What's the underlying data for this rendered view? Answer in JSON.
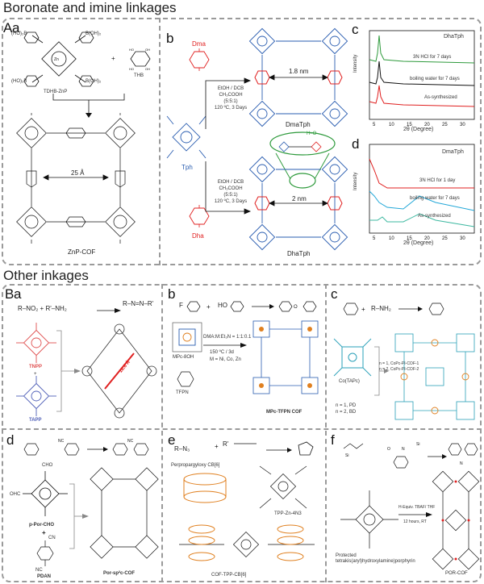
{
  "section_a_title": "Boronate and imine linkages",
  "section_b_title": "Other inkages",
  "panel_letters": {
    "A": "A",
    "Aa": "a",
    "Ab": "b",
    "Ac": "c",
    "Ad": "d",
    "B": "B",
    "Ba": "a",
    "Bb": "b",
    "Bc": "c",
    "Bd": "d",
    "Be": "e",
    "Bf": "f"
  },
  "panel_Aa": {
    "reactant1": "TDHB-ZnP",
    "reactant2": "THB",
    "plus": "+",
    "distance": "25 Å",
    "product": "ZnP-COF",
    "boronic_groups": [
      "(HO)₂B",
      "B(OH)₂",
      "(HO)₂B",
      "B(OH)₂"
    ]
  },
  "panel_Ab": {
    "top_linker": "Dma",
    "bottom_linker": "Dha",
    "core": "Tph",
    "conditions_top": [
      "EtOH / DCB",
      "CH₃COOH",
      "(5:5:1)",
      "120 ºC, 3 Days"
    ],
    "conditions_bottom": [
      "EtOH / DCB",
      "CH₃COOH",
      "(5:5:1)",
      "120 ºC, 3 Days"
    ],
    "distance_top": "1.8 nm",
    "distance_bottom": "2 nm",
    "product_top": "DmaTph",
    "product_bottom": "DhaTph",
    "hbond_label": "H–O"
  },
  "panel_Ac": {
    "legend_title": "DhaTph",
    "curves": [
      "3N HCl for 7 days",
      "boiling water for 7 days",
      "As-synthesized"
    ],
    "ylabel": "Intensity",
    "xlabel": "2θ (Degree)",
    "ticks": [
      "5",
      "10",
      "15",
      "20",
      "25",
      "30"
    ]
  },
  "panel_Ad": {
    "legend_title": "DmaTph",
    "curves": [
      "3N HCl for 1 day",
      "boiling water for 7 days",
      "As-synthesized"
    ],
    "ylabel": "Intensity",
    "xlabel": "2θ (Degree)",
    "ticks": [
      "5",
      "10",
      "15",
      "20",
      "25",
      "30"
    ]
  },
  "panel_Ba": {
    "reaction": "R–NO₂  +  R'–NH₂",
    "product": "R–N=N–R'",
    "top_monomer": "TNPP",
    "bottom_monomer": "TAPP",
    "plus": "+",
    "distance": "18.8 Å"
  },
  "panel_Bb": {
    "reactant1": "F",
    "reactant2": "HO",
    "monomer1": "MPc-8OH",
    "monomer2": "TFPN",
    "conditions": [
      "DMA:M:Et₃N = 1:1:0.1",
      "150 ºC / 3d",
      "M = Ni, Co, Zn"
    ],
    "product": "MPc-TFPN COF"
  },
  "panel_Bc": {
    "reactant": "R–NH₂",
    "monomer": "Co(TAPc)",
    "products": [
      "n = 1, CoPc-PI-COF-1",
      "n = 2, CoPc-PI-COF-2"
    ],
    "n_labels": [
      "n = 1, PD",
      "n = 2, BD"
    ]
  },
  "panel_Bd": {
    "monomer1": "p-Por-CHO",
    "monomer2": "PDAN",
    "plus": "+",
    "product": "Por-sp²c-COF",
    "groups": [
      "CHO",
      "OHC",
      "CN",
      "NC"
    ]
  },
  "panel_Be": {
    "azide": "R–N₃",
    "alkyne": "R'",
    "monomer1": "Perpropargyloxy CB[6]",
    "monomer2": "TPP-Zn-4N3",
    "product": "COF-TPP-CB[6]"
  },
  "panel_Bf": {
    "monomer": "Protected tetrakis(aryl)hydroxylamine)porphyrin",
    "conditions": [
      "H-Equiv. TBAF/ THF",
      "12 hours, RT"
    ],
    "product": "POR-COF"
  },
  "colors": {
    "dash": "#9a9a9a",
    "red": "#e02020",
    "blue": "#2a5db0",
    "green": "#2e9a3c",
    "cyan": "#24a8d8",
    "teal": "#3cb8a0",
    "orange": "#e8902a",
    "black": "#111111"
  }
}
